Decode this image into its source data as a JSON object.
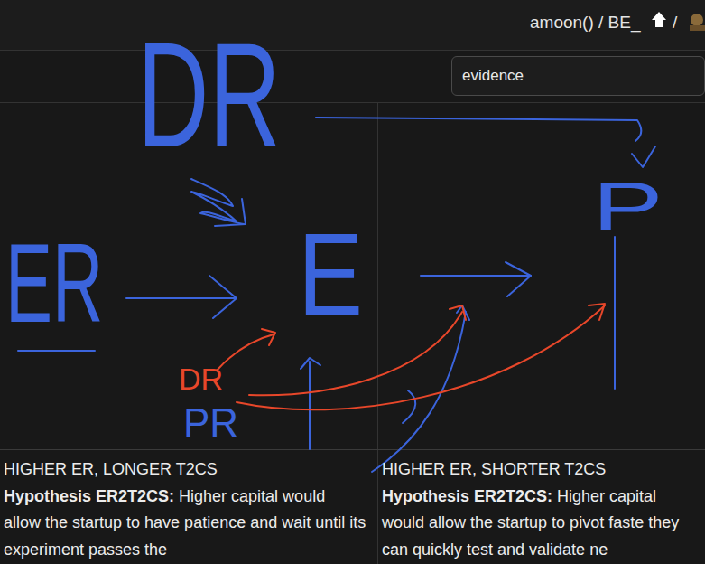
{
  "diagram": {
    "nodes": [
      {
        "text": [
          "evidence"
        ]
      },
      {
        "text": [
          "HIGHER ER, LONGER T2CS",
          "Hypothesis ER2T2CS:",
          "Higher capital would allow the startup to have patience and wait until its experiment passes the"
        ]
      },
      {
        "text": [
          "HIGHER ER, SHORTER T2CS",
          "Hypothesis ER2T2CS:",
          "Higher capital would allow the startup to pivot faste they can quickly test and validate ne"
        ]
      }
    ],
    "labels": [
      "amoon() / BE_",
      "/",
      "DR",
      "ER",
      "E",
      "P",
      "DR",
      "PR"
    ]
  }
}
